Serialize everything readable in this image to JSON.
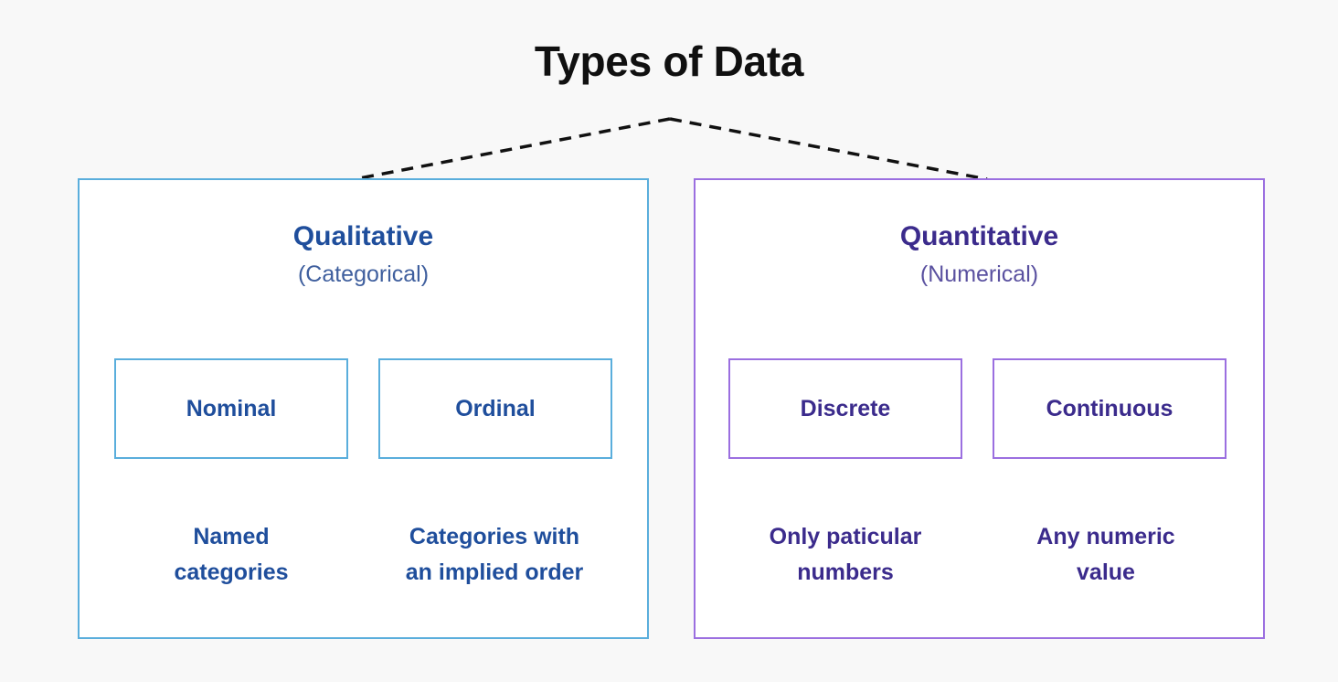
{
  "diagram": {
    "title": "Types of Data",
    "background_color": "#f8f8f8",
    "title_color": "#101010",
    "root_connector": {
      "style": "dashed",
      "color": "#111111",
      "apex_label": ""
    },
    "branches": [
      {
        "id": "qualitative",
        "heading": "Qualitative",
        "subheading": "(Categorical)",
        "border_color": "#5aaedc",
        "heading_color": "#1f4e9c",
        "subheading_color": "#3f5f9e",
        "connector_color": "#5aaedc",
        "children": [
          {
            "id": "nominal",
            "label": "Nominal",
            "description_line1": "Named",
            "description_line2": "categories"
          },
          {
            "id": "ordinal",
            "label": "Ordinal",
            "description_line1": "Categories with",
            "description_line2": "an implied order"
          }
        ]
      },
      {
        "id": "quantitative",
        "heading": "Quantitative",
        "subheading": "(Numerical)",
        "border_color": "#9b6fe0",
        "heading_color": "#3b2b8c",
        "subheading_color": "#5a51a0",
        "connector_color": "#9b6fe0",
        "children": [
          {
            "id": "discrete",
            "label": "Discrete",
            "description_line1": "Only paticular",
            "description_line2": "numbers"
          },
          {
            "id": "continuous",
            "label": "Continuous",
            "description_line1": "Any numeric",
            "description_line2": "value"
          }
        ]
      }
    ]
  }
}
